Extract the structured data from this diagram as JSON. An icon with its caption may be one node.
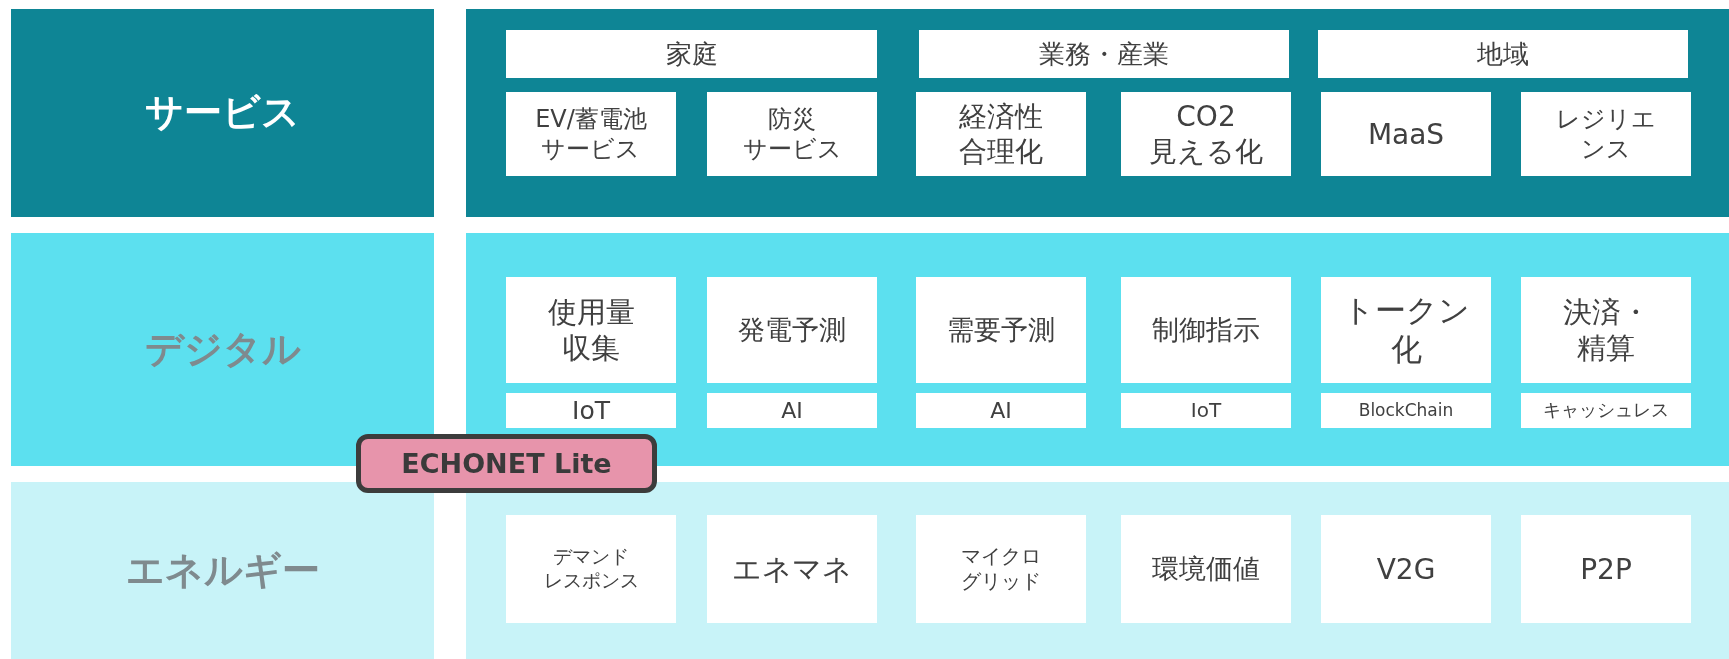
{
  "diagram": {
    "nodes": [
      {
        "text": [
          "サービス"
        ]
      },
      {
        "text": [],
        "shape": "box"
      },
      {
        "text": [
          "家庭"
        ],
        "in": 1
      },
      {
        "text": [
          "業務・産業"
        ],
        "in": 1
      },
      {
        "text": [
          "地域"
        ],
        "in": 1
      },
      {
        "text": [
          "EV/蓄電池サービス"
        ],
        "in": 1
      },
      {
        "text": [
          "防災サービス"
        ],
        "in": 1
      },
      {
        "text": [
          "経済性合理化"
        ],
        "in": 1
      },
      {
        "text": [
          "CO2見える化"
        ],
        "in": 1
      },
      {
        "text": [
          "MaaS"
        ],
        "in": 1
      },
      {
        "text": [
          "レジリエンス"
        ],
        "in": 1
      },
      {
        "text": [
          "デジタル"
        ]
      },
      {
        "text": [],
        "shape": "box"
      },
      {
        "text": [
          "使用量収集"
        ],
        "in": 12
      },
      {
        "text": [
          "発電予測"
        ],
        "in": 12
      },
      {
        "text": [
          "需要予測"
        ],
        "in": 12
      },
      {
        "text": [
          "制御指示"
        ],
        "in": 12
      },
      {
        "text": [
          "トークン化"
        ],
        "in": 12
      },
      {
        "text": [
          "決済・精算"
        ],
        "in": 12
      },
      {
        "text": [
          "IoT"
        ],
        "in": 12
      },
      {
        "text": [
          "AI"
        ],
        "in": 12
      },
      {
        "text": [
          "AI"
        ],
        "in": 12
      },
      {
        "text": [
          "IoT"
        ],
        "in": 12
      },
      {
        "text": [
          "BlockChain"
        ],
        "in": 12
      },
      {
        "text": [
          "キャッシュレス"
        ],
        "in": 12
      },
      {
        "text": [
          "ECHONET Lite"
        ]
      },
      {
        "text": [
          "エネルギー"
        ]
      },
      {
        "text": [],
        "shape": "box"
      },
      {
        "text": [
          "デマンドレスポンス"
        ],
        "in": 27
      },
      {
        "text": [
          "エネマネ"
        ],
        "in": 27
      },
      {
        "text": [
          "マイクログリッド"
        ],
        "in": 27
      },
      {
        "text": [
          "環境価値"
        ],
        "in": 27
      },
      {
        "text": [
          "V2G"
        ],
        "in": 27
      },
      {
        "text": [
          "P2P"
        ],
        "in": 27
      }
    ]
  }
}
